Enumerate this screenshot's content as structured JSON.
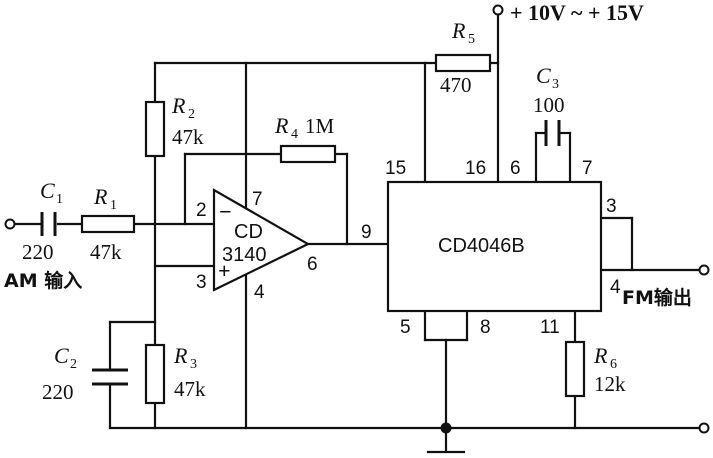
{
  "supply": {
    "label": "+ 10V ~ + 15V"
  },
  "inputs": {
    "am_label": "AM 输入",
    "fm_label": "FM输出"
  },
  "opamp": {
    "line1": "CD",
    "line2": "3140",
    "plus": "+",
    "minus": "−",
    "pins": {
      "p2": "2",
      "p3": "3",
      "p4": "4",
      "p6": "6",
      "p7": "7"
    }
  },
  "vco": {
    "name": "CD4046B",
    "pins": {
      "p15": "15",
      "p16": "16",
      "p6": "6",
      "p7": "7",
      "p9": "9",
      "p3": "3",
      "p4": "4",
      "p5": "5",
      "p8": "8",
      "p11": "11"
    }
  },
  "components": {
    "C1": {
      "letter": "C",
      "sub": "1",
      "value": "220"
    },
    "R1": {
      "letter": "R",
      "sub": "1",
      "value": "47k"
    },
    "R2": {
      "letter": "R",
      "sub": "2",
      "value": "47k"
    },
    "R3": {
      "letter": "R",
      "sub": "3",
      "value": "47k"
    },
    "R4": {
      "letter": "R",
      "sub": "4",
      "value": "1M"
    },
    "R5": {
      "letter": "R",
      "sub": "5",
      "value": "470"
    },
    "R6": {
      "letter": "R",
      "sub": "6",
      "value": "12k"
    },
    "C2": {
      "letter": "C",
      "sub": "2",
      "value": "220"
    },
    "C3": {
      "letter": "C",
      "sub": "3",
      "value": "100"
    }
  }
}
